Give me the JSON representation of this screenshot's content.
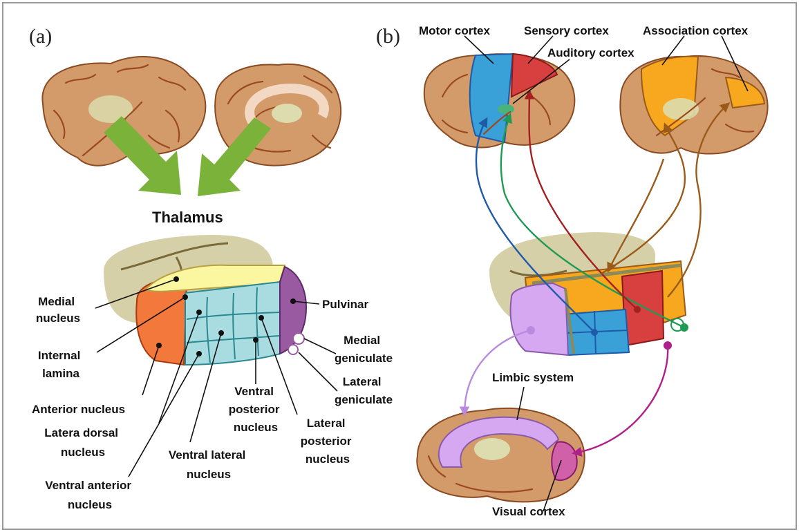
{
  "panels": {
    "a": "(a)",
    "b": "(b)"
  },
  "panel_a": {
    "title": "Thalamus",
    "labels": {
      "medial_nucleus": [
        "Medial",
        "nucleus"
      ],
      "internal_lamina": [
        "Internal",
        "lamina"
      ],
      "anterior_nucleus": [
        "Anterior nucleus"
      ],
      "latera_dorsal_nucleus": [
        "Latera dorsal",
        "nucleus"
      ],
      "ventral_anterior_nucleus": [
        "Ventral anterior",
        "nucleus"
      ],
      "ventral_lateral_nucleus": [
        "Ventral lateral",
        "nucleus"
      ],
      "ventral_posterior_nucleus": [
        "Ventral",
        "posterior",
        "nucleus"
      ],
      "lateral_posterior_nucleus": [
        "Lateral",
        "posterior",
        "nucleus"
      ],
      "pulvinar": [
        "Pulvinar"
      ],
      "medial_geniculate": [
        "Medial",
        "geniculate"
      ],
      "lateral_geniculate": [
        "Lateral",
        "geniculate"
      ]
    }
  },
  "panel_b": {
    "labels": {
      "motor_cortex": "Motor cortex",
      "sensory_cortex": "Sensory cortex",
      "auditory_cortex": "Auditory cortex",
      "association_cortex": "Association cortex",
      "limbic_system": "Limbic system",
      "visual_cortex": "Visual cortex"
    }
  },
  "colors": {
    "brain": "#d39a6a",
    "brain_outline": "#8a4a22",
    "thalamus_bg": "#d6d0a8",
    "arrow_green": "#7bb33a",
    "medial_nucleus": "#fbf6a0",
    "anterior_nucleus": "#f2783c",
    "ventral_nuclei": "#a8dce0",
    "pulvinar": "#9a5aa2",
    "motor": "#3aa0d8",
    "sensory": "#d84040",
    "auditory": "#49b47a",
    "association": "#f7a81e",
    "limbic": "#d6a8f2",
    "visual": "#d060a8",
    "path_motor": "#1f5aa8",
    "path_auditory": "#1e9a55",
    "path_sensory": "#a42020",
    "path_association": "#9a5a1a",
    "path_limbic": "#b88ae0",
    "path_visual": "#b0208a"
  }
}
